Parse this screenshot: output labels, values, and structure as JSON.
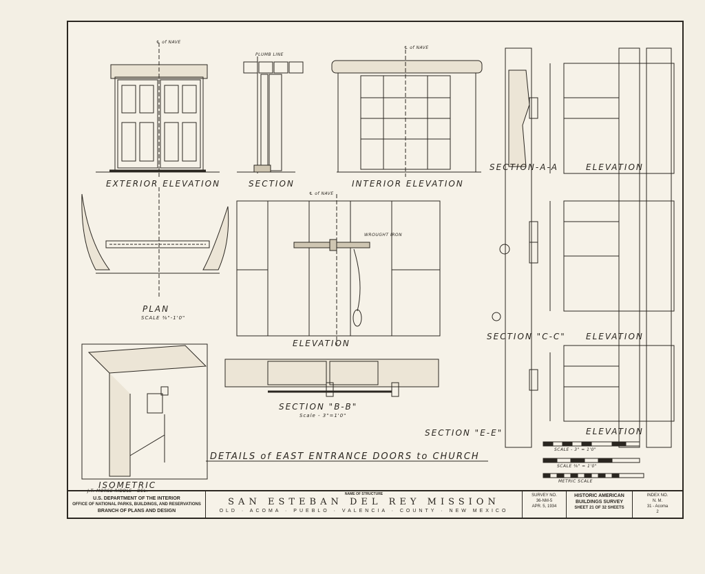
{
  "labels": {
    "exterior_elevation": "EXTERIOR  ELEVATION",
    "section": "SECTION",
    "interior_elevation": "INTERIOR  ELEVATION",
    "section_aa": "SECTION-A-A",
    "elevation_1": "ELEVATION",
    "plan": "PLAN",
    "plan_scale": "SCALE ⅜\"-1'0\"",
    "elevation_center": "ELEVATION",
    "section_cc": "SECTION \"C-C\"",
    "elevation_2": "ELEVATION",
    "section_bb": "SECTION \"B-B\"",
    "section_bb_scale": "Scale - 3\"=1'0\"",
    "section_ee": "SECTION \"E-E\"",
    "elevation_3": "ELEVATION",
    "isometric": "ISOMETRIC",
    "drawn_by": "J.T. MORSE RIDDLE - DEL.",
    "main_title": "DETAILS of EAST ENTRANCE DOORS to CHURCH",
    "scale_1": "SCALE - 3\" = 1'0\"",
    "scale_2": "SCALE ⅜\" = 1'0\"",
    "metric_scale": "METRIC SCALE",
    "plumb_line": "PLUMB LINE",
    "nave_1": "℄ of NAVE",
    "nave_2": "℄ of NAVE",
    "nave_3": "℄ of NAVE",
    "wrought_iron": "WROUGHT IRON"
  },
  "title_block": {
    "dept_line1": "U.S. DEPARTMENT OF THE INTERIOR",
    "dept_line2": "OFFICE OF NATIONAL PARKS, BUILDINGS, AND RESERVATIONS",
    "dept_line3": "BRANCH OF PLANS AND DESIGN",
    "structure_caption": "NAME OF STRUCTURE",
    "structure_name": "SAN  ESTEBAN  DEL  REY  MISSION",
    "location": "OLD · ACOMA · PUEBLO · VALENCIA · COUNTY · NEW MEXICO",
    "survey_caption": "SURVEY NO.",
    "survey_no": "36-NM-5",
    "date": "APR. 5, 1934",
    "habs_line1": "HISTORIC AMERICAN",
    "habs_line2": "BUILDINGS SURVEY",
    "sheet": "SHEET 21 OF 32 SHEETS",
    "index_caption": "INDEX NO.",
    "index_line1": "N. M.",
    "index_line2": "31 - Acoma",
    "index_line3": "2"
  }
}
